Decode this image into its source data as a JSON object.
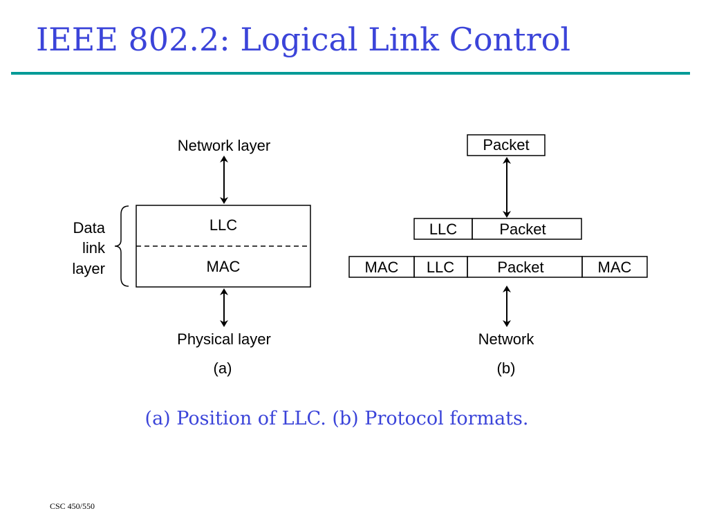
{
  "title": "IEEE 802.2: Logical Link Control",
  "caption": "(a) Position of LLC. (b) Protocol formats.",
  "footer": "CSC 450/550",
  "colors": {
    "title": "#3b44d9",
    "rule": "#009a96"
  },
  "figure_a": {
    "network_layer": "Network layer",
    "data_link_line1": "Data",
    "data_link_line2": "link",
    "data_link_line3": "layer",
    "llc": "LLC",
    "mac": "MAC",
    "physical_layer": "Physical layer",
    "label": "(a)"
  },
  "figure_b": {
    "packet_top": "Packet",
    "row1": [
      "LLC",
      "Packet"
    ],
    "row2": [
      "MAC",
      "LLC",
      "Packet",
      "MAC"
    ],
    "network": "Network",
    "label": "(b)"
  }
}
